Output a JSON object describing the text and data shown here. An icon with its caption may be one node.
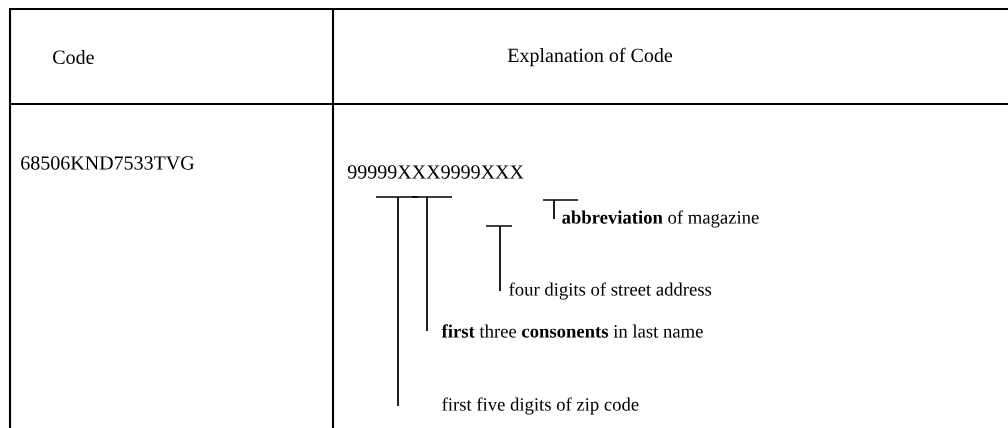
{
  "diagram": {
    "nodes": [
      {
        "text": [
          "**abbreviation** of magazine"
        ]
      },
      {
        "text": [
          "four digits of street address"
        ]
      },
      {
        "text": [
          "**first** three **consonents** in last name"
        ]
      },
      {
        "text": [
          "first five digits of zip code"
        ]
      }
    ],
    "edges": [
      {
        "from": 0,
        "to": null,
        "arrow": "none"
      },
      {
        "from": 1,
        "to": null,
        "arrow": "none"
      },
      {
        "from": 2,
        "to": null,
        "arrow": "none"
      },
      {
        "from": 3,
        "to": null,
        "arrow": "none"
      }
    ],
    "labels": [
      "Code",
      "Explanation of Code",
      "68506KND7533TVG",
      "99999XXX9999XXX"
    ]
  }
}
